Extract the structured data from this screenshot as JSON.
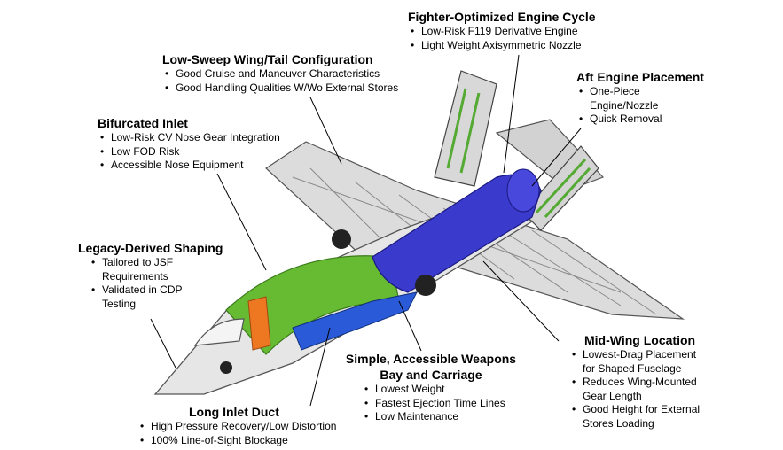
{
  "callouts": {
    "engine_cycle": {
      "title": "Fighter-Optimized Engine Cycle",
      "items": [
        "Low-Risk F119 Derivative Engine",
        "Light Weight Axisymmetric Nozzle"
      ]
    },
    "wing_tail": {
      "title": "Low-Sweep Wing/Tail Configuration",
      "items": [
        "Good Cruise and Maneuver Characteristics",
        "Good Handling Qualities W/Wo External Stores"
      ]
    },
    "aft_engine": {
      "title": "Aft Engine Placement",
      "items": [
        "One-Piece Engine/Nozzle",
        "Quick Removal"
      ]
    },
    "inlet": {
      "title": "Bifurcated Inlet",
      "items": [
        "Low-Risk CV Nose Gear Integration",
        "Low FOD Risk",
        "Accessible Nose Equipment"
      ]
    },
    "shaping": {
      "title": "Legacy-Derived Shaping",
      "items": [
        "Tailored to JSF Requirements",
        "Validated in CDP Testing"
      ]
    },
    "mid_wing": {
      "title": "Mid-Wing Location",
      "items": [
        "Lowest-Drag Placement for Shaped Fuselage",
        "Reduces Wing-Mounted Gear Length",
        "Good Height for External Stores Loading"
      ]
    },
    "weapons_bay": {
      "title": "Simple, Accessible Weapons Bay and Carriage",
      "items": [
        "Lowest Weight",
        "Fastest Ejection Time Lines",
        "Low Maintenance"
      ]
    },
    "inlet_duct": {
      "title": "Long Inlet Duct",
      "items": [
        "High Pressure Recovery/Low Distortion",
        "100% Line-of-Sight Blockage"
      ]
    }
  },
  "colors": {
    "engine": "#3a3acc",
    "duct": "#66bb33",
    "structure": "#9a9a9a",
    "flame": "#ee7722",
    "weapons": "#2a5ad8"
  }
}
